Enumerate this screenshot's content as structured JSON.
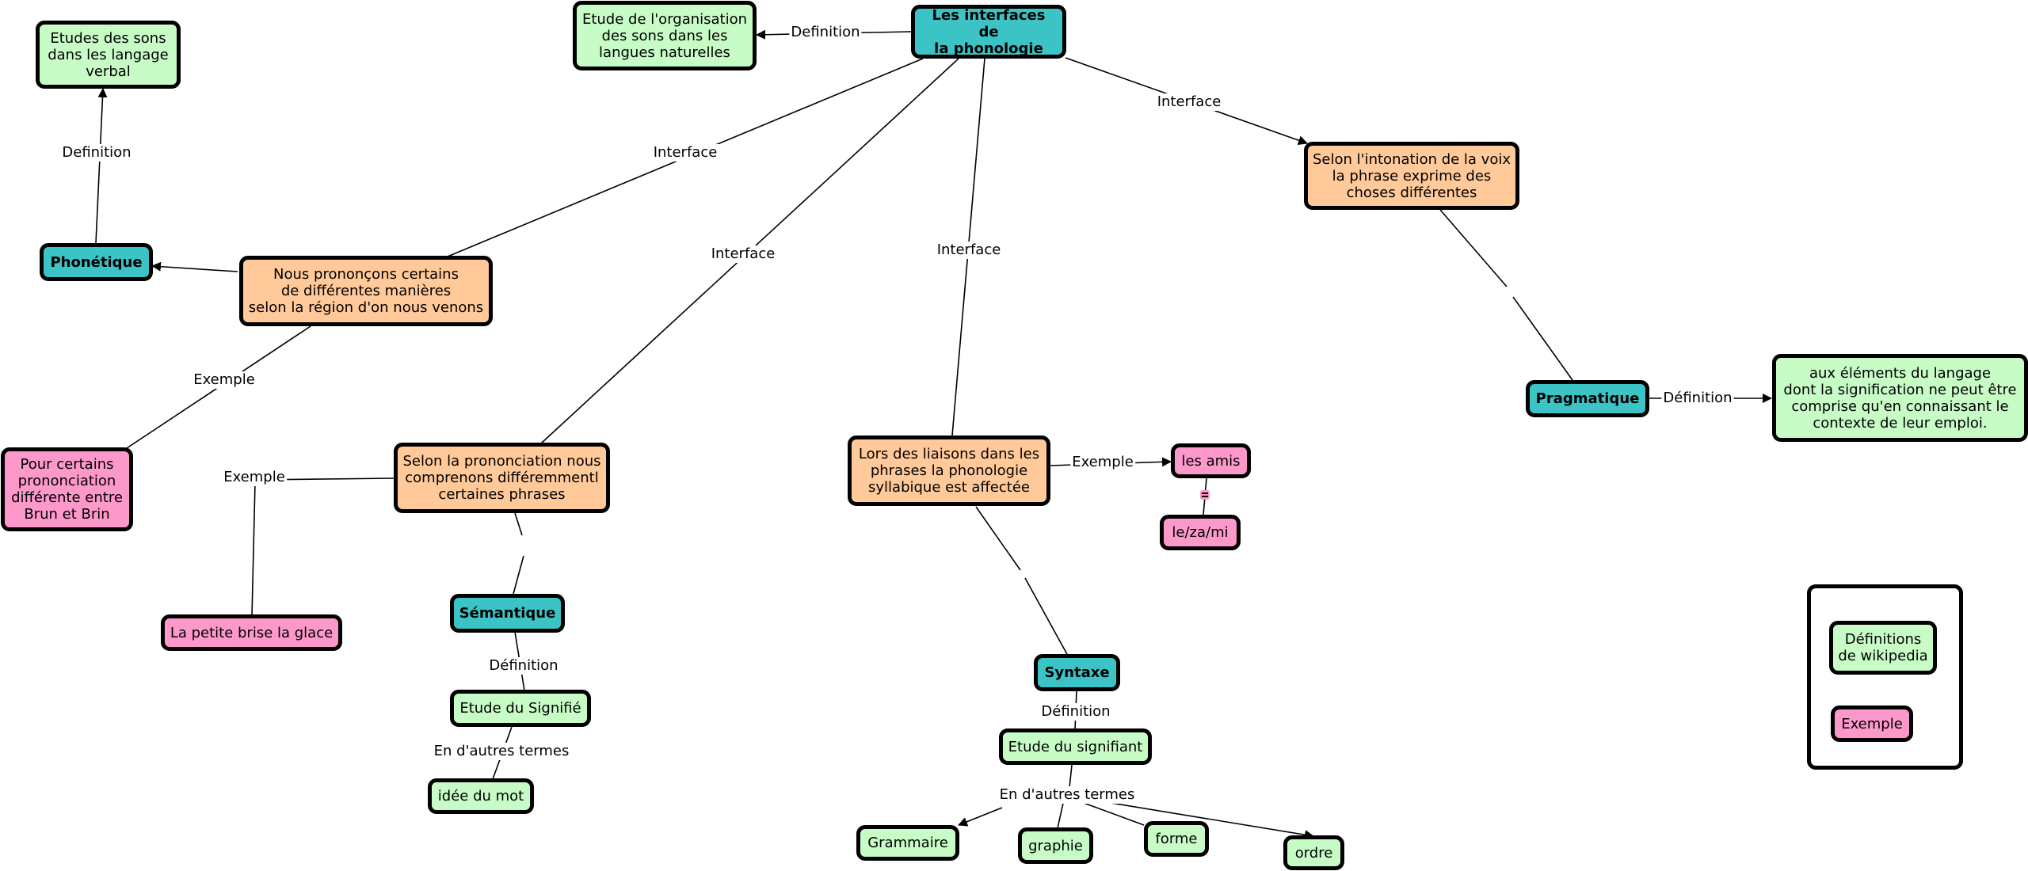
{
  "nodes": {
    "interfaces": "Les interfaces de\nla phonologie",
    "etude_organisation": "Etude de l'organisation\ndes sons dans les\nlangues naturelles",
    "etudes_sons": "Etudes des sons\ndans les langage\nverbal",
    "phonetique": "Phonétique",
    "prononcons": "Nous prononçons certains\nde différentes manières\nselon la région d'on nous venons",
    "brun_brin": "Pour certains\nprononciation\ndifférente entre\nBrun et Brin",
    "prononciation": "Selon la prononciation nous\ncomprenons différemmentl\ncertaines phrases",
    "petite_brise": "La petite brise la glace",
    "semantique": "Sémantique",
    "etude_signifie": "Etude du Signifié",
    "idee_mot": "idée du mot",
    "liaisons": "Lors des liaisons dans les\nphrases la phonologie\nsyllabique est affectée",
    "les_amis": "les amis",
    "le_za_mi": "le/za/mi",
    "syntaxe": "Syntaxe",
    "etude_signifiant": "Etude du signifiant",
    "grammaire": "Grammaire",
    "graphie": "graphie",
    "forme": "forme",
    "ordre": "ordre",
    "intonation": "Selon l'intonation de la voix\nla phrase exprime des\nchoses différentes",
    "pragmatique": "Pragmatique",
    "elements_langage": "aux éléments du langage\ndont la signification ne peut être\ncomprise qu'en connaissant le\ncontexte de leur emploi."
  },
  "edge_labels": {
    "definition_1": "Definition",
    "definition_2": "Definition",
    "interface_1": "Interface",
    "interface_2": "Interface",
    "interface_3": "Interface",
    "interface_4": "Interface",
    "exemple_1": "Exemple",
    "exemple_2": "Exemple",
    "exemple_3": "Exemple",
    "definition_sem": "Définition",
    "autres_termes_1": "En d'autres termes",
    "definition_syn": "Définition",
    "autres_termes_2": "En d'autres termes",
    "definition_prag": "Définition"
  },
  "legend": {
    "definitions": "Définitions\nde wikipedia",
    "exemple": "Exemple"
  },
  "colors": {
    "main_concept": "#3cc3c6",
    "definition": "#c8fcc6",
    "explanation": "#ffc999",
    "example": "#fd98cb"
  }
}
